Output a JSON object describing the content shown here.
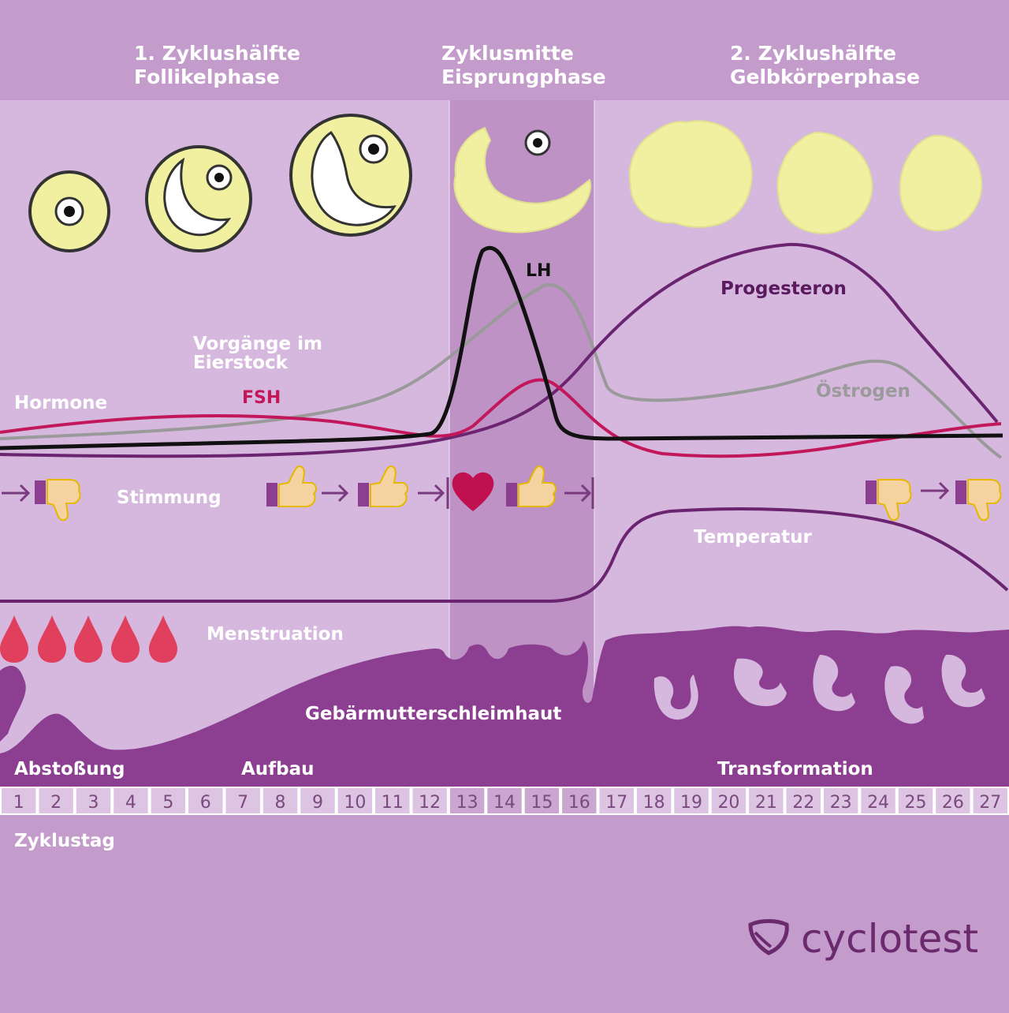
{
  "headers": {
    "first_half": {
      "line1": "1. Zyklushälfte",
      "line2": "Follikelphase"
    },
    "mid": {
      "line1": "Zyklusmitte",
      "line2": "Eisprungphase"
    },
    "second_half": {
      "line1": "2. Zyklushälfte",
      "line2": "Gelbkörperphase"
    }
  },
  "labels": {
    "ovary_line1": "Vorgänge im",
    "ovary_line2": "Eierstock",
    "hormones": "Hormone",
    "fsh": "FSH",
    "lh": "LH",
    "progesterone": "Progesteron",
    "estrogen": "Östrogen",
    "mood": "Stimmung",
    "temperature": "Temperatur",
    "menstruation": "Menstruation",
    "endometrium": "Gebärmutterschleimhaut",
    "shedding": "Abstoßung",
    "buildup": "Aufbau",
    "transformation": "Transformation",
    "cycle_day": "Zyklustag"
  },
  "days": [
    "1",
    "2",
    "3",
    "4",
    "5",
    "6",
    "7",
    "8",
    "9",
    "10",
    "11",
    "12",
    "13",
    "14",
    "15",
    "16",
    "17",
    "18",
    "19",
    "20",
    "21",
    "22",
    "23",
    "24",
    "25",
    "26",
    "27"
  ],
  "highlighted_days": [
    "13",
    "14",
    "15",
    "16"
  ],
  "brand": {
    "name": "cyclotest"
  },
  "colors": {
    "background": "#c39ccb",
    "panel": "#d6b8de",
    "mid_panel": "#bf92c6",
    "endometrium": "#8c3f90",
    "follicle": "#f0f0a0",
    "lh": "#111111",
    "fsh": "#c2185b",
    "estrogen": "#9a9a9a",
    "progesterone": "#6b2470",
    "temperature": "#6b2470",
    "blood_drop": "#e0405e",
    "heart": "#c0104f"
  },
  "icons": [
    "follicle-icon",
    "corpus-luteum-icon",
    "thumbs-up-icon",
    "thumbs-down-icon",
    "heart-icon",
    "arrow-right-icon",
    "blood-drop-icon",
    "cyclotest-logo-icon"
  ]
}
